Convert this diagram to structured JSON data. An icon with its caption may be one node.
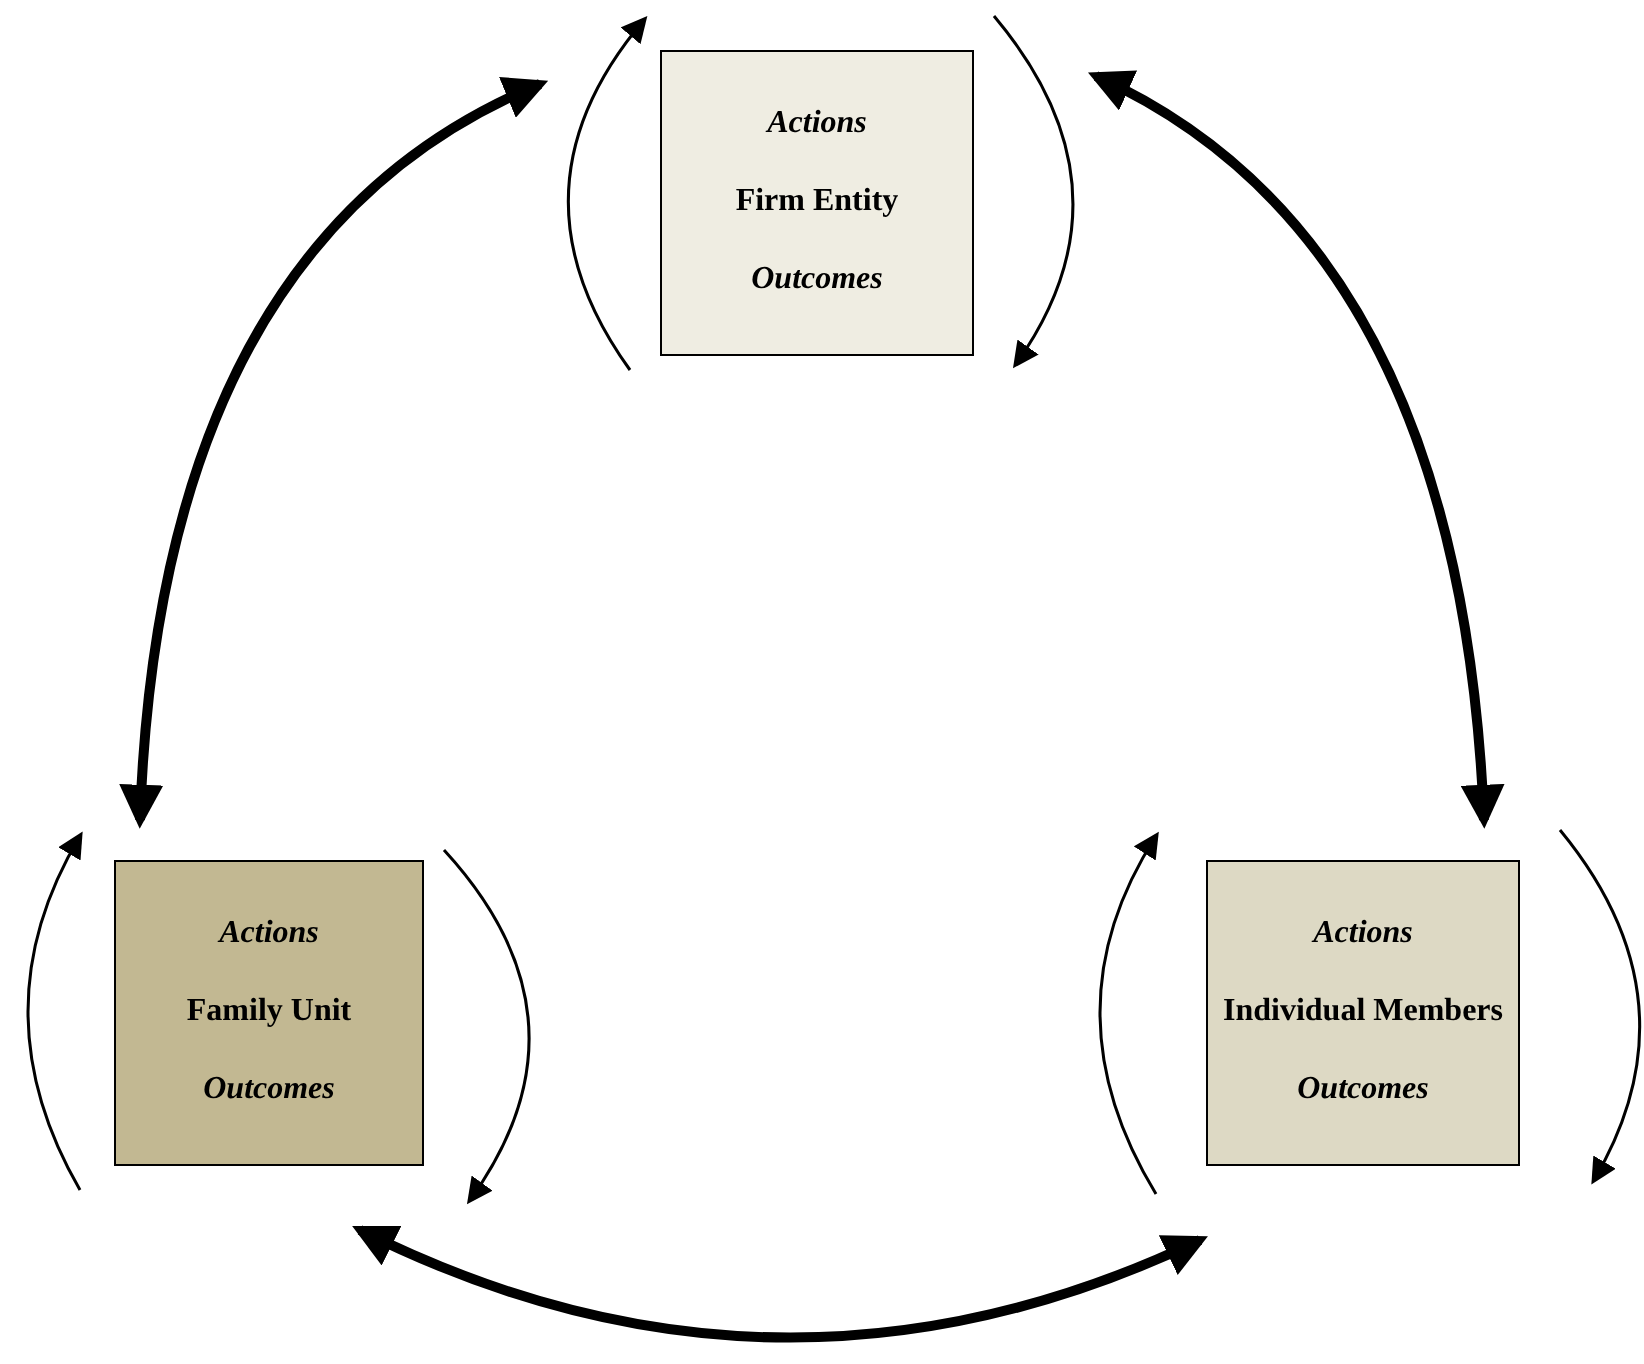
{
  "diagram": {
    "nodes": [
      {
        "text": [
          "Actions",
          "Firm Entity",
          "Outcomes"
        ]
      },
      {
        "text": [
          "Actions",
          "Family Unit",
          "Outcomes"
        ]
      },
      {
        "text": [
          "Actions",
          "Individual Members",
          "Outcomes"
        ]
      }
    ],
    "edges": [
      {
        "from": 0,
        "to": 1,
        "arrow": "both",
        "style": "thick"
      },
      {
        "from": 0,
        "to": 2,
        "arrow": "both",
        "style": "thick"
      },
      {
        "from": 1,
        "to": 2,
        "arrow": "both",
        "style": "thick"
      },
      {
        "from": 0,
        "to": 0,
        "arrow": "to"
      },
      {
        "from": 0,
        "to": 0,
        "arrow": "to"
      },
      {
        "from": 1,
        "to": 1,
        "arrow": "to"
      },
      {
        "from": 1,
        "to": 1,
        "arrow": "to"
      },
      {
        "from": 2,
        "to": 2,
        "arrow": "to"
      },
      {
        "from": 2,
        "to": 2,
        "arrow": "to"
      }
    ]
  }
}
